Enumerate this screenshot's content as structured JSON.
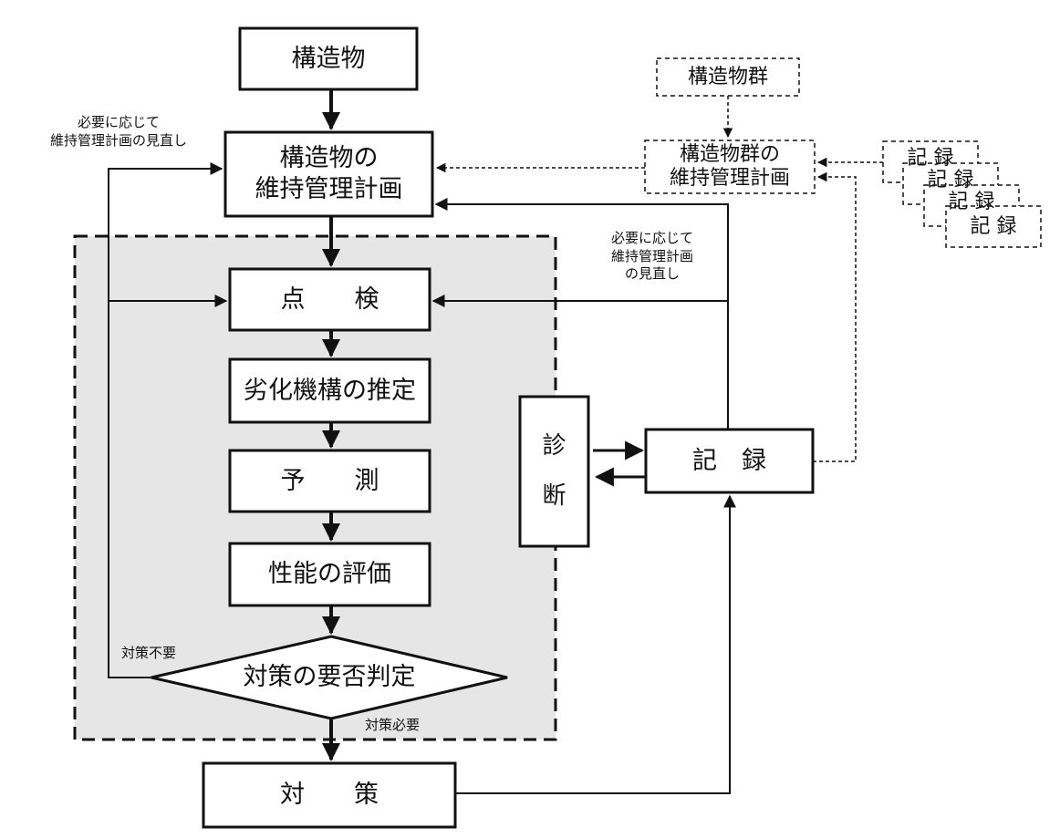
{
  "nodes": {
    "structure": "構造物",
    "structure_group": "構造物群",
    "maintenance_plan": "構造物の\n維持管理計画",
    "group_maintenance_plan": "構造物群の\n維持管理計画",
    "inspection": "点　　検",
    "deterioration_mechanism": "劣化機構の推定",
    "prediction": "予　　測",
    "performance_evaluation": "性能の評価",
    "countermeasure_decision": "対策の要否判定",
    "countermeasure": "対　　策",
    "diagnosis_char1": "診",
    "diagnosis_char2": "断",
    "record": "記　録",
    "stacked_record": "記 録"
  },
  "notes": {
    "review_left": "必要に応じて\n維持管理計画の見直し",
    "review_right": "必要に応じて\n維持管理計画\nの見直し",
    "no_measure": "対策不要",
    "measure_needed": "対策必要"
  }
}
